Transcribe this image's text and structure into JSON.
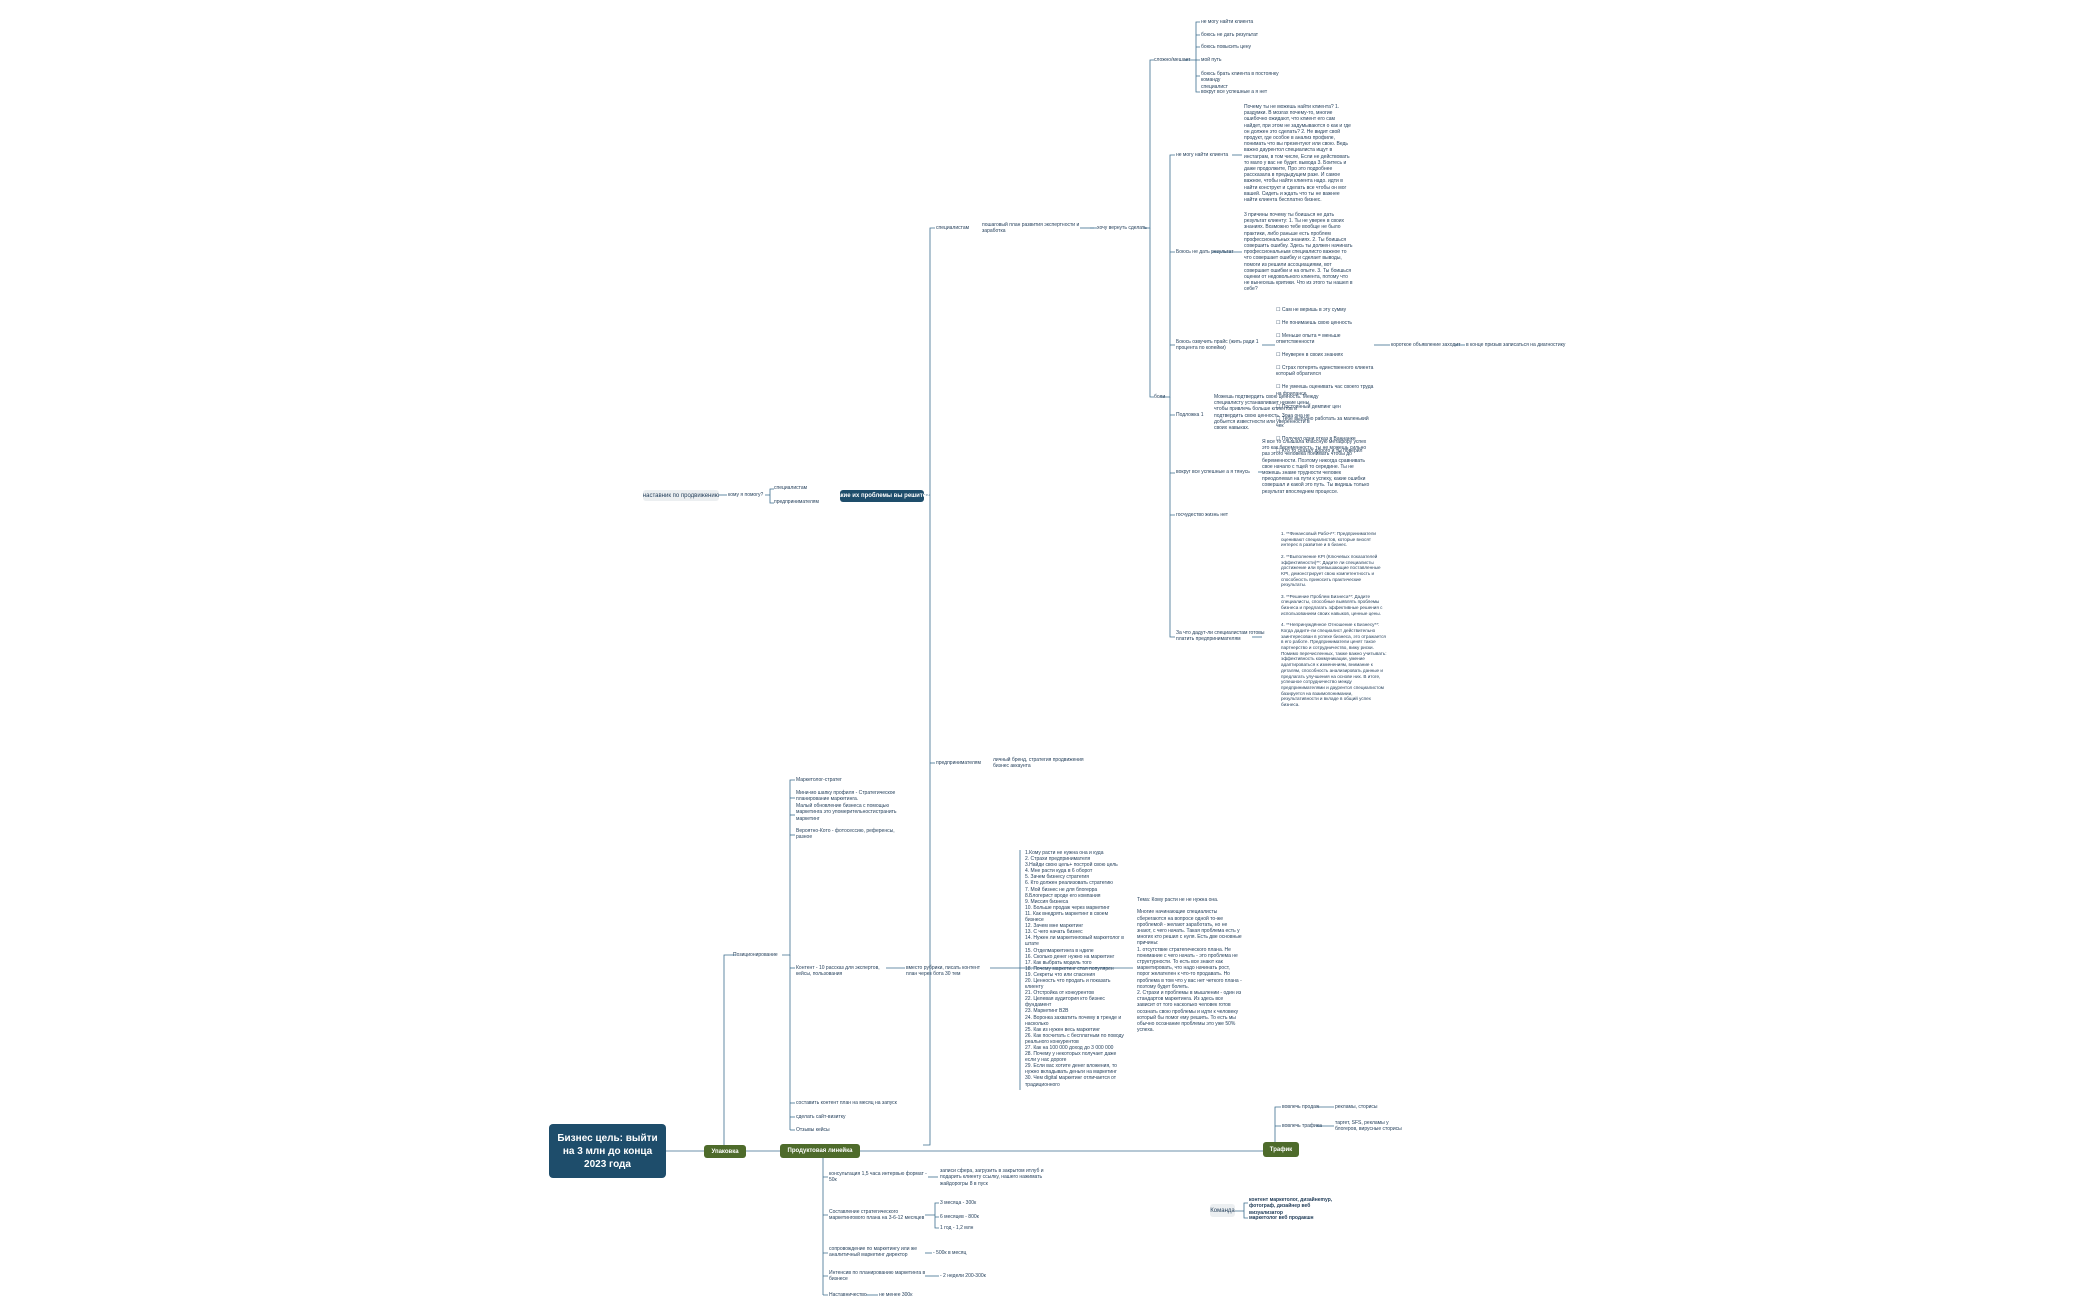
{
  "root": {
    "title": "Бизнес цель: выйти на 3 млн до конца 2023 года"
  },
  "branches": {
    "packaging": "Упаковка",
    "product_line": "Продуктовая линейка",
    "traffic": "Трафик",
    "problem": "какие их проблемы вы решите?",
    "team": "Команда"
  },
  "audience": {
    "label": "наставник по продвижению",
    "who": "кому я помогу?",
    "items": [
      "специалистам",
      "предпринимателям"
    ]
  },
  "specialists": {
    "label": "специалистам",
    "desc": "пошаговый план развития экспертности и заработка",
    "want": "хочу вернуть сделать",
    "hard_label": "сложно/мешает",
    "hard_items": [
      "не могу найти клиента",
      "боюсь не дать результат",
      "боюсь повысить цену",
      "мой путь",
      "боюсь брать клиента в постоянку команду\nспециалист",
      "вокруг все успешные а я нет"
    ],
    "pains_label": "боли",
    "p1_label": "не могу найти клиента",
    "p1_text": "Почему ты не можешь найти клиента? 1. раздумки. В мозгах почему-то, многие ошибочно ожидают, что клиент его сам найдет, при этом не задумываются о как и где он должен это сделать? 2. Не видит свой продукт, где особое в анализ профиле, понимать что вы презентуют или свою. Ведь важно даурентол специалиста ищут в инстаграм, в том числе, Если не действовать то мало у вас не будет. вывода 3. Боитесь и даже продолжите, Про это подробнее рассказала в предыдущем разе. И самое важное, чтобы найти клиента надо. идти в найти конструкт и сделать все чтобы он мог вашей. Сидеть и ждать что ты не важнее найти клиента бесплатно бизнес.",
    "p2_label": "Боюсь не дать результат",
    "p2_text": "3 причины почему ты боишься не дать результат клиенту: 1. Ты не уверен в своих знаниях. Возможно тебе вообще не было практики, либо раньше есть проблем профессиональных знаниях. 2. Ты боишься совершить ошибку. Здесь ты должен начинать профессиональным специалисто важное то что совершает ошибку и сделает выводы, помоги из решили ассоциациями, вот совершает ошибки и на опыте. 3. Ты боишься оценки от недовольного клиента, потому что не вынесешь критики. Что из этого ты нашел в себе?",
    "p3_label": "Боюсь озвучить прайс (жить ради 1 процента по копейки)",
    "p3_items": [
      "☐ Сам не веришь в эту сумму",
      "☐ Не понимаешь свою ценность",
      "☐ Меньше опыта = меньше ответственности",
      "☐ Неуверен в своих знаниях",
      "☐ Страх потерять единственного клиента который обратился",
      "☐ Не умеешь оценивать час своего труда на фрилансе",
      "☐ Постоянный демпинг цен",
      "☐ Тебе выгодно работать за маленький чек",
      "☐ Получил одни отказ в Ваннанке",
      "☐ Кто то сказал дорого и ты поверил"
    ],
    "p3_next": "короткое объявление заходит",
    "p3_next2": "в конце призыв записаться на диагностику",
    "p4_label": "Подложка 1",
    "p4_text": "Можешь подтвердить свою ценность. Между специалисту устанавливает низкие цены, чтобы привлечь больше клиентов и подтвердить свою ценность. Зона она не добьется известности или уверенности в своих навыках.",
    "p5_label": "вокруг все успешные а я тянусь",
    "p5_text": "Я все то слышала классную метафору успех это как беременность, ты не можешь сильно раз этого человека понимать чтобы до беременности. Поэтому никогда сравнивать свое начало с тщей то середине. Ты не можешь знаме трудности человек преодолевал на пути к успеху, какие ошибки совершал и какой это путь. Ты видишь только результат впоследнем процессе.",
    "p6_label": "госчудество жизнь нет",
    "p7_label": "За что дадут-ли специалистам готовы платить предпринимателям",
    "p7_text": "1. **Финансовый Рабоч**: Предприниматели оценивают специалистов, которые вносят интерес в развитие и в бизнес.\n\n2. **Выполнение KPI (Ключевых показателей эффективности)**: Дадите ли специалисты достижение или превышающие поставленные KPI, демонстрирует свою компетентность и способность приносить практические результаты.\n\n3. **Решение Проблем Бизнеса**: Дадите специалисты, способные выявлять проблемы бизнеса и предлагать эффективные решения с использованием своих навыков, ценные цены.\n\n4. **Непринуждённое Отношение к Бизнесу**: Когда дадите-ли специалист действительно заинтересован в успехе бизнеса, это отражается в его работе. Предприниматели ценят такое партнерство и сотрудничество, вижу риски. Помимо перечисленных, также важно учитывать: эффективность коммуникации, умение адаптироваться к изменениям, внимание к деталям, способность анализировать данные и предлагать улучшения на основе них. В итоге, успешное сотрудничество между предпринимателями и даурентол специалистом базируется на взаимопонимании, результативности и вкладе в общий успех бизнеса."
  },
  "entrepreneurs": {
    "label": "предпринимателям",
    "desc": "личный бренд, стратегия продвижения бизнес аккаунта"
  },
  "positioning": {
    "label": "Позиционирование",
    "items": [
      "Маркетолог-стратег",
      "Мини-мо шапку профиля - Стратегическое планирование маркетинга.\nМалый обновление бизнеса с помощью маркетинга это упомерительностистранить маркетинг",
      "Вероятно-Кото - фотосессию, референсы, разное"
    ],
    "content_label": "Контент - 10 рассказ для экспертов, кейсы, пользования",
    "content_sub": "вместо рубрики, писать контент план через бота 30 тем",
    "topics": "1.Кому расти не нужна она и куда\n2. Страхи предпринимателя\n3.Найди свою цель+ построй свою цель\n4. Мне расти куда в 6 оборот\n5. Зачем бизнесу стратегия\n6. Кто должен реализовать стратегию\n7. Мой бизнес не для блогерра\n8.Блогерист вроде его компания\n9. Миссия бизнеса\n10. Больше продаж через маркетинг\n11. Как внедрять маркетинг в своем бизнесе\n12. Зачем мне маркетинг\n13. С чего начать бизнес\n14. Нужен ли маркетинговый маркетолог в штате\n15. Отделмаркетинга в ндиле\n16. Сколько денег нужно на маркетинг\n17. Как выбрать модель того\n18. Почему маркетинг стал популярен\n19. Секреты что или спасения\n20. Ценность что продать и показать клиенту\n21. Отстройка от конкурентов\n22. Целевая аудитория кто бизнес фундамент\n23. Маркетинг B2B\n24. Воронка захватить почему в тренде и насколько\n25. Как из нужен весь маркетинг\n26. Как посчитать с бесплатным по поводу реального конкурентов\n27. Как на 100 000 доход до 3 000 000\n28. Почему у некоторых получает даже если у нас дороге\n29. Если вас хотите денег вложения, то нужно вкладывать деньги на маркетинг\n30. Чем digital маркетинг отличается от традиционного",
    "topic_desc": "Тема: Кому расти не не нужна она.\n\nМногие начинающие специалисты сберегаются на вопросе одной то-же проблемой - желают заработать, но не знают, с чего начать. Такая проблема есть у многих кто решил с нуля. Есть две основные причины:\n1. отсутствие стратегического плана. Не понимание с чего начать - это проблема не структурности. То есть все знают как маркетировать, что надо начинать рост, порог желателен к что-то продавать. Но проблема в том что у вас нет четкого плана - поэтому будет болеть.\n2. Страхи и проблемы в мышлении - один из стандартов маркетинга. Из здесь все зависит от того насколько человек готов осознать свою проблемы и идти к человеку который бы помог ему решить. То есть мы обычно осознание проблемы это уже 50% успеха.",
    "tail": [
      "составить контент план на месяц на запуск",
      "сделать сайт-визитку",
      "Отзывы кейсы"
    ]
  },
  "products": {
    "items": [
      {
        "label": "консультация 1,5 часа интервью формат - 50к",
        "note": "записи сфера, загрузить в закрытом итлуб и подарить клиенту ссылку, нашего нажимать жайдорогры 8 в пуск"
      },
      {
        "label": "Составление стратегического маркетингового плана на 3-6-12 месяцев",
        "subs": [
          "3 месяца - 300к",
          "6 месяцев - 800к",
          "1 год - 1,2 млн"
        ]
      },
      {
        "label": "сопровождение по маркетингу или же аналитичный маркетинг директор",
        "note": "- 500к в месяц"
      },
      {
        "label": "Интенсив по планированию маркетинга в бизнесе",
        "note": "- 2 недели 200-300к"
      },
      {
        "label": "Наставничество",
        "note": "не менее 300к"
      }
    ]
  },
  "team": {
    "items": [
      "контент маркетолог, дизайнеmyp, фотограф, дизайнер веб визуализатор",
      "маркетолог веб продакшн"
    ]
  },
  "traffic": {
    "items": [
      {
        "label": "вовлечь продаж",
        "note": "рекламы, сторисы"
      },
      {
        "label": "вовлечь трафика",
        "note": "таргет, SFS, рекламы у блогеров, вирусные сторисы"
      }
    ]
  }
}
